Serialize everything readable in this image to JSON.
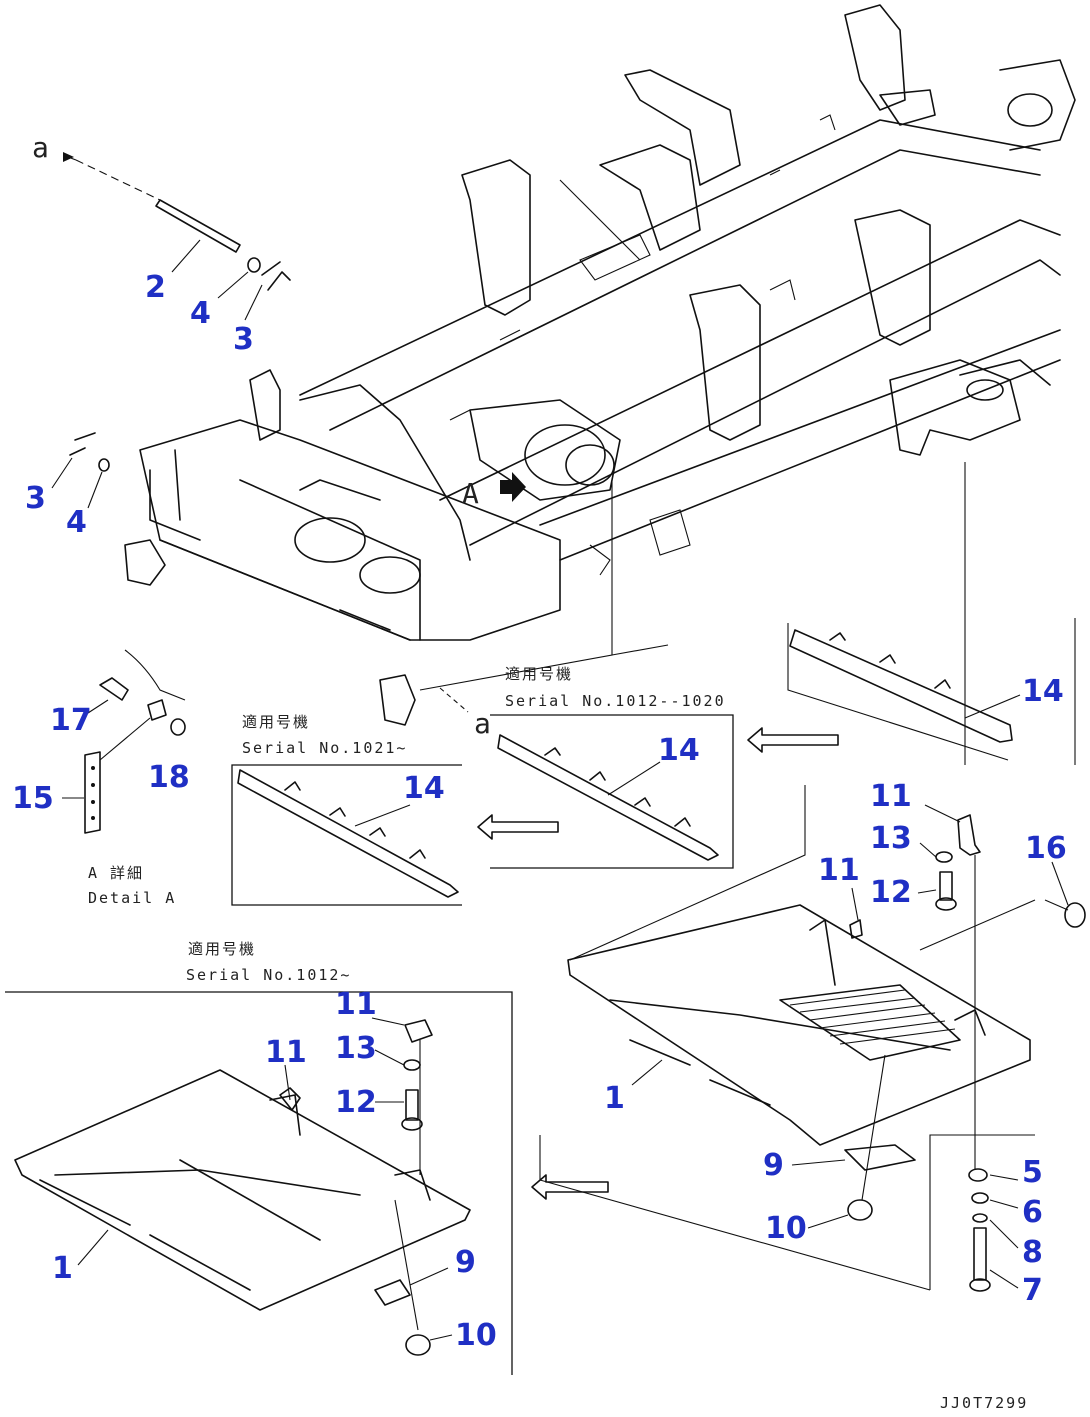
{
  "callouts": {
    "c2": "2",
    "c4a": "4",
    "c3a": "3",
    "c3b": "3",
    "c4b": "4",
    "c17": "17",
    "c18": "18",
    "c15": "15",
    "c14a": "14",
    "c14b": "14",
    "c14c": "14",
    "c11a": "11",
    "c13a": "13",
    "c12a": "12",
    "c16": "16",
    "c11b": "11",
    "c1a": "1",
    "c9a": "9",
    "c10a": "10",
    "c5": "5",
    "c6": "6",
    "c8": "8",
    "c7": "7",
    "c11c": "11",
    "c11d": "11",
    "c13b": "13",
    "c12b": "12",
    "c1b": "1",
    "c9b": "9",
    "c10b": "10"
  },
  "letters": {
    "a_top": "a",
    "a_mid": "a",
    "view_a": "A"
  },
  "notes": {
    "applicable_jp": "適用号機",
    "serial_1012_1020": "Serial No.1012--1020",
    "serial_1021": "Serial No.1021~",
    "detail_jp": "A 詳細",
    "detail_en": "Detail A",
    "serial_1012": "Serial No.1012~"
  },
  "footer": {
    "drawing_code": "JJ0T7299"
  }
}
